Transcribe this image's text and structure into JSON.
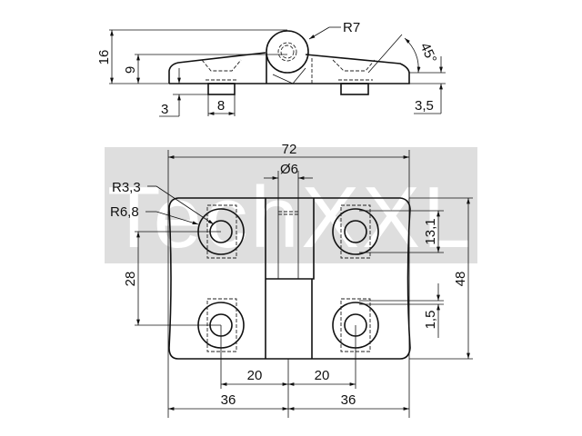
{
  "watermark": "TechXXL",
  "side_view": {
    "dims": {
      "height_total": "16",
      "height_plate": "9",
      "tab_depth": "3",
      "tab_width": "8",
      "edge": "3,5",
      "radius": "R7",
      "angle": "45°"
    }
  },
  "top_view": {
    "dims": {
      "width": "72",
      "pin_dia": "Ø6",
      "hole_r": "R3,3",
      "counterbore_r": "R6,8",
      "hole_pitch_v": "28",
      "counterbore_h": "13,1",
      "height": "48",
      "offset": "1,5",
      "hole_left": "20",
      "hole_right": "20",
      "half_left": "36",
      "half_right": "36"
    }
  }
}
